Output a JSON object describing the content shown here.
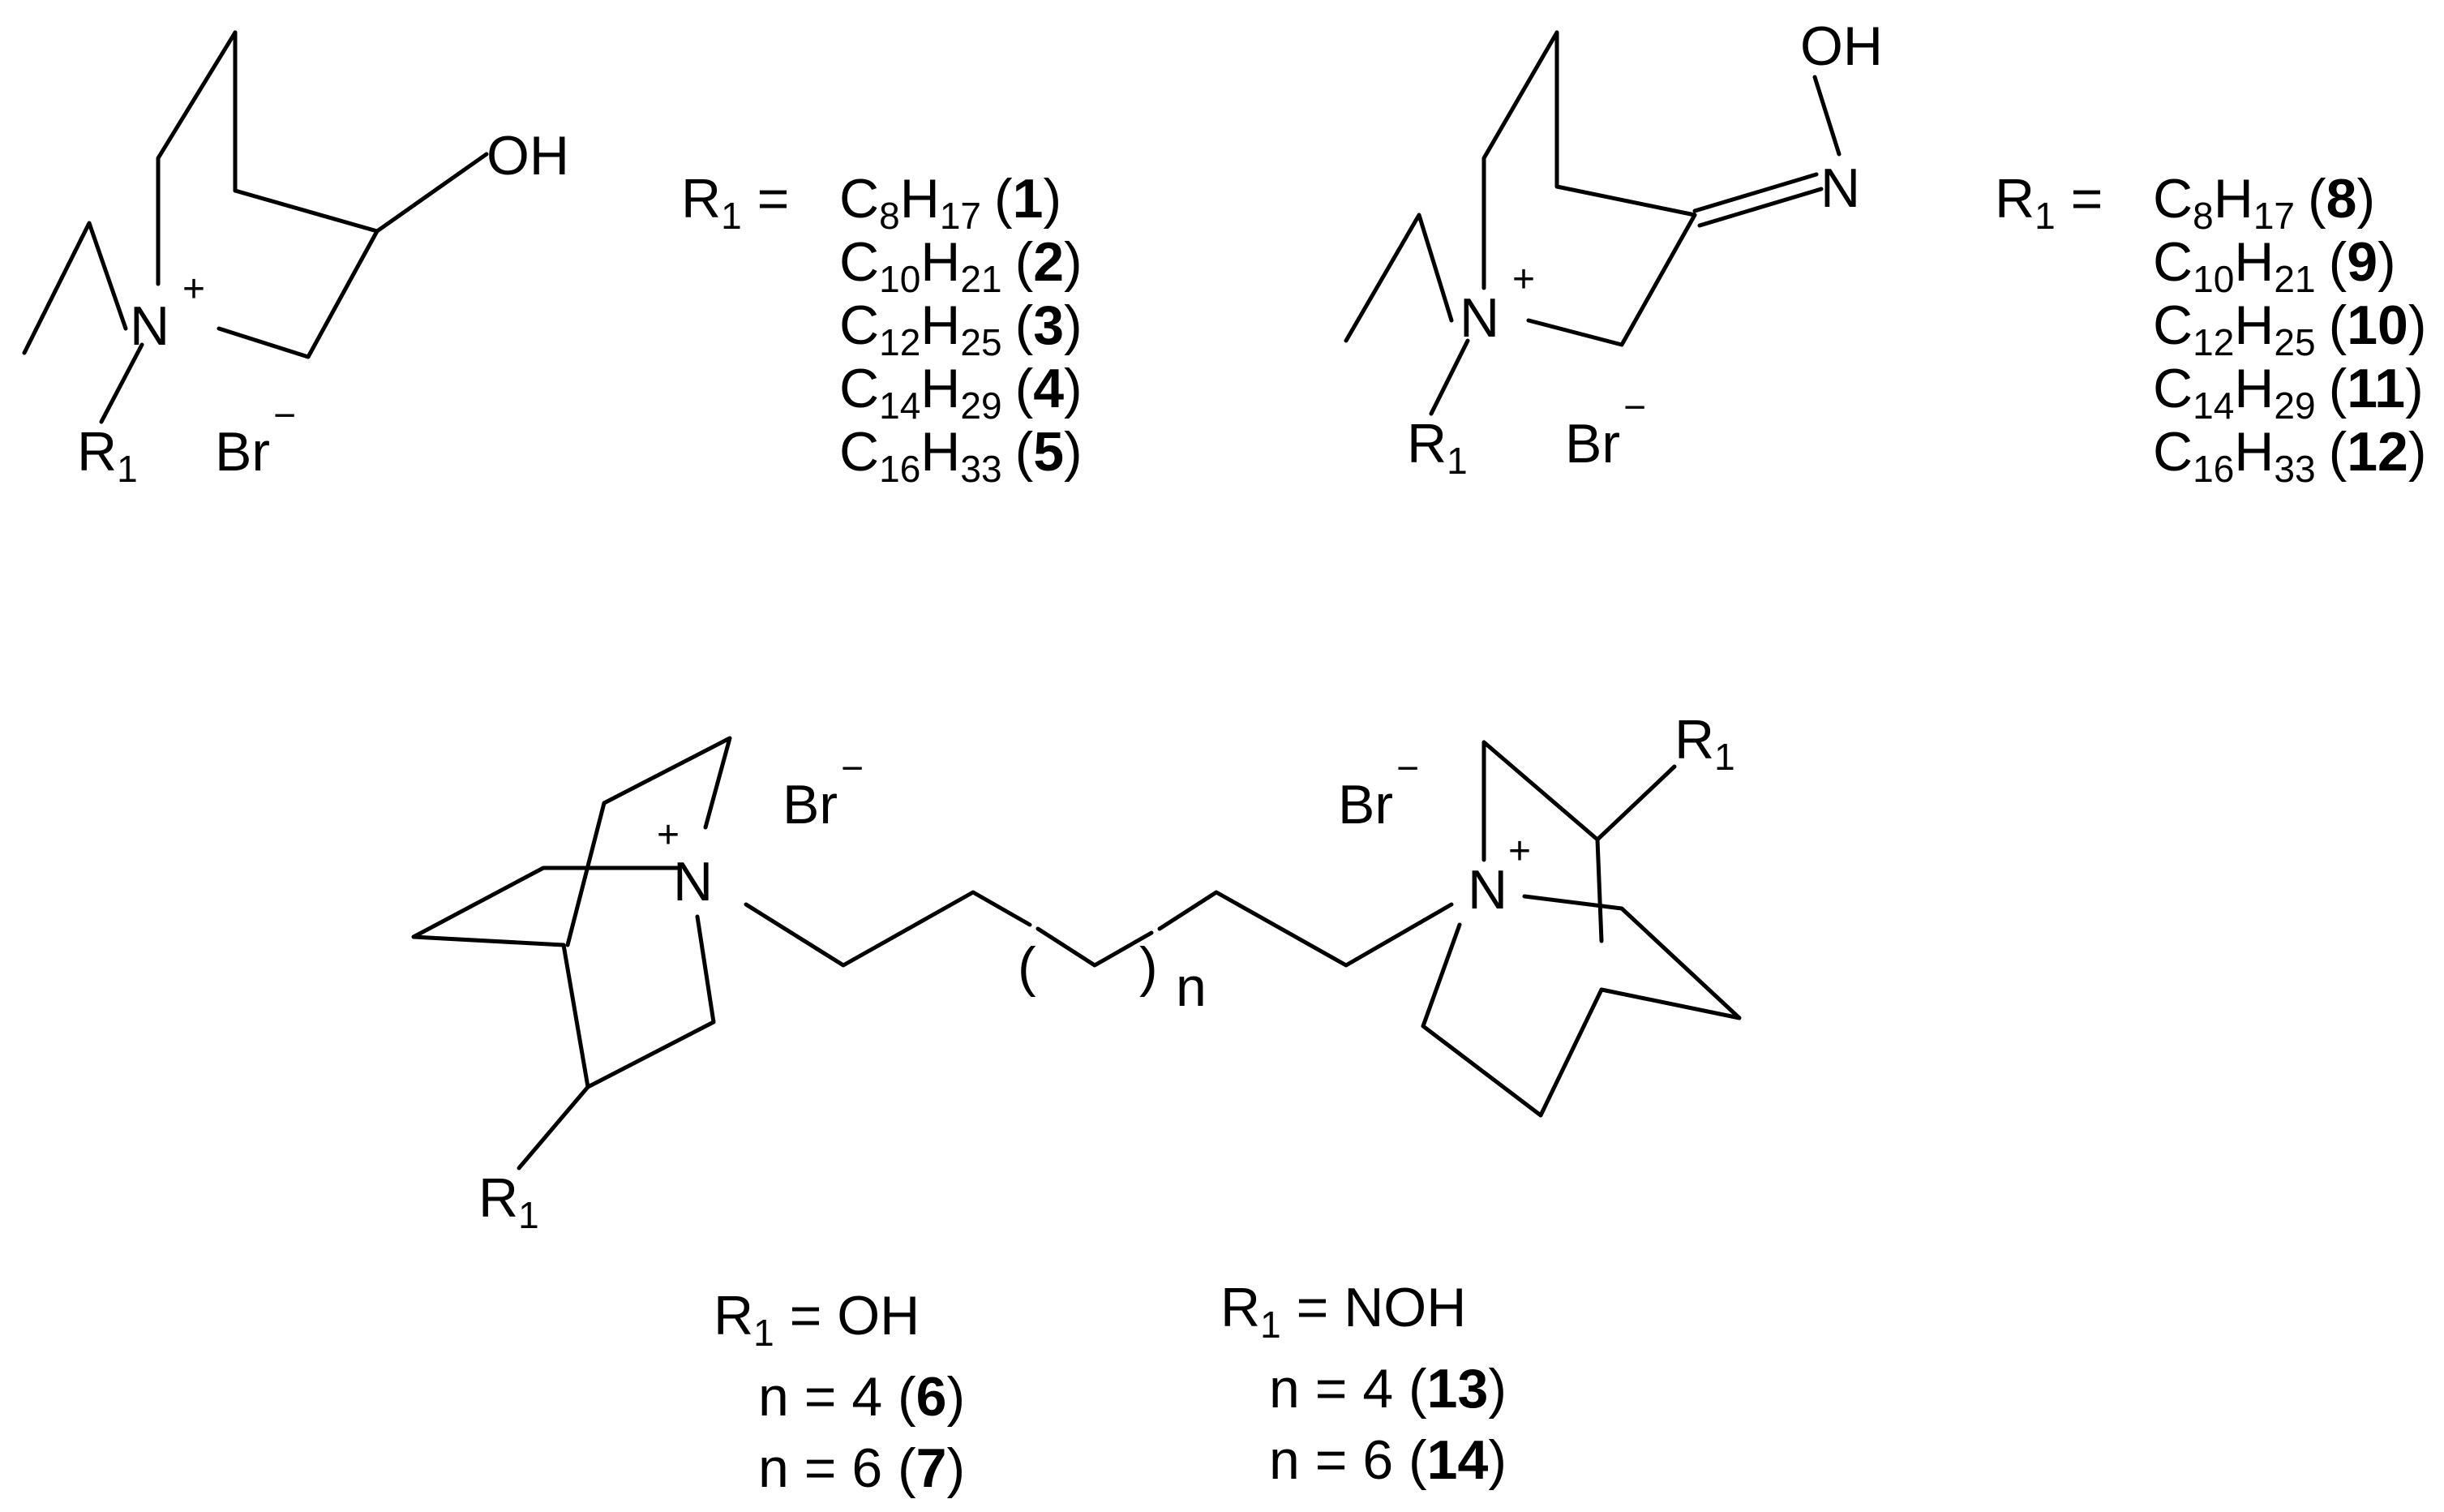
{
  "structure_left": {
    "label_n": "N",
    "label_oh": "OH",
    "label_r": "R",
    "label_r_sub": "1",
    "label_plus": "+",
    "label_br": "Br",
    "label_minus": "−"
  },
  "series_left": {
    "header_prefix": "R",
    "header_sub": "1",
    "header_eq": " = ",
    "entries": [
      {
        "c": "C",
        "c_sub": "8",
        "h": "H",
        "h_sub": "17",
        "open": "(",
        "num": "1",
        "close": ")"
      },
      {
        "c": "C",
        "c_sub": "10",
        "h": "H",
        "h_sub": "21",
        "open": "(",
        "num": "2",
        "close": ")"
      },
      {
        "c": "C",
        "c_sub": "12",
        "h": "H",
        "h_sub": "25",
        "open": "(",
        "num": "3",
        "close": ")"
      },
      {
        "c": "C",
        "c_sub": "14",
        "h": "H",
        "h_sub": "29",
        "open": "(",
        "num": "4",
        "close": ")"
      },
      {
        "c": "C",
        "c_sub": "16",
        "h": "H",
        "h_sub": "33",
        "open": "(",
        "num": "5",
        "close": ")"
      }
    ]
  },
  "structure_right": {
    "label_n_ring": "N",
    "label_n_oxime": "N",
    "label_oh": "OH",
    "label_r": "R",
    "label_r_sub": "1",
    "label_plus": "+",
    "label_br": "Br",
    "label_minus": "−"
  },
  "series_right": {
    "header_prefix": "R",
    "header_sub": "1",
    "header_eq": " = ",
    "entries": [
      {
        "c": "C",
        "c_sub": "8",
        "h": "H",
        "h_sub": "17",
        "open": "(",
        "num": "8",
        "close": ")"
      },
      {
        "c": "C",
        "c_sub": "10",
        "h": "H",
        "h_sub": "21",
        "open": "(",
        "num": "9",
        "close": ")"
      },
      {
        "c": "C",
        "c_sub": "12",
        "h": "H",
        "h_sub": "25",
        "open": "(",
        "num": "10",
        "close": ")"
      },
      {
        "c": "C",
        "c_sub": "14",
        "h": "H",
        "h_sub": "29",
        "open": "(",
        "num": "11",
        "close": ")"
      },
      {
        "c": "C",
        "c_sub": "16",
        "h": "H",
        "h_sub": "33",
        "open": "(",
        "num": "12",
        "close": ")"
      }
    ]
  },
  "structure_bottom": {
    "label_n_left": "N",
    "label_n_right": "N",
    "label_plus": "+",
    "label_br": "Br",
    "label_minus": "−",
    "label_r": "R",
    "label_r_sub": "1",
    "paren_open": "(",
    "paren_close": ")",
    "label_n_repeat": "n"
  },
  "bottom_legend_left": {
    "header_prefix": "R",
    "header_sub": "1",
    "header_value": " = OH",
    "entries": [
      {
        "text": "n = 4 (",
        "num": "6",
        "close": ")"
      },
      {
        "text": "n = 6 (",
        "num": "7",
        "close": ")"
      }
    ]
  },
  "bottom_legend_right": {
    "header_prefix": "R",
    "header_sub": "1",
    "header_value": " = NOH",
    "entries": [
      {
        "text": "n = 4 (",
        "num": "13",
        "close": ")"
      },
      {
        "text": "n = 6 (",
        "num": "14",
        "close": ")"
      }
    ]
  }
}
